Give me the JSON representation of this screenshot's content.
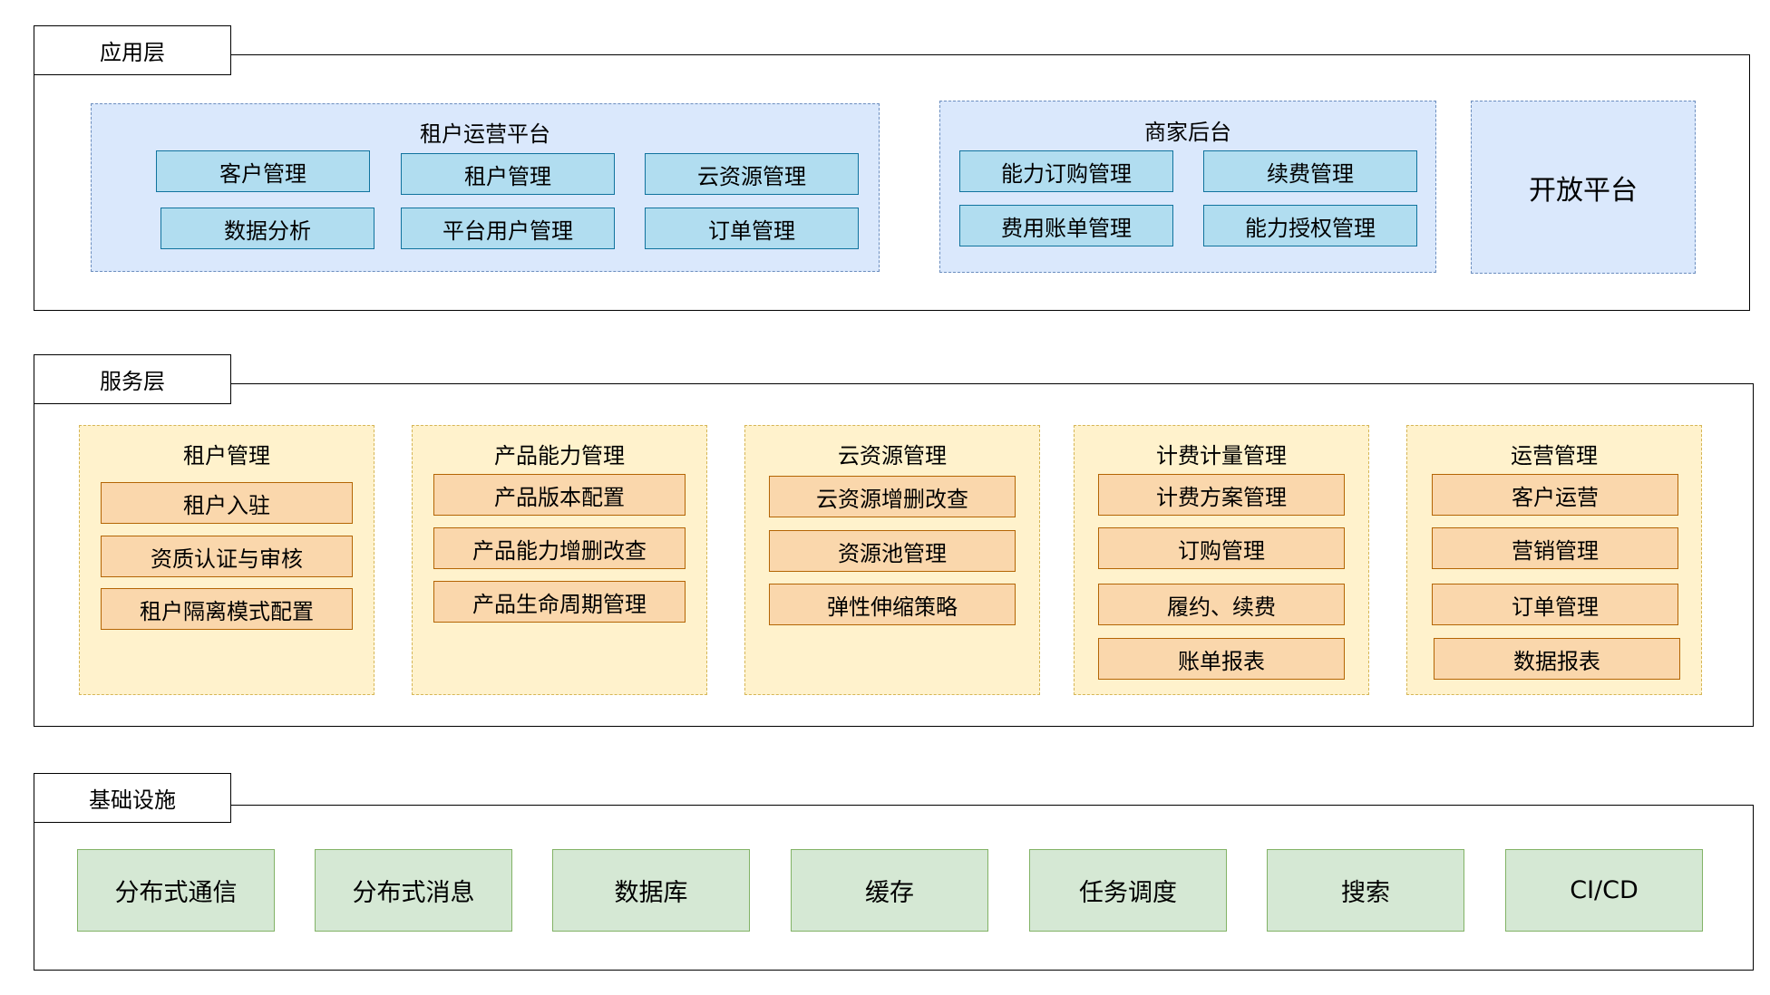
{
  "app_layer": {
    "label": "应用层",
    "tenant_platform": {
      "title": "租户运营平台",
      "items": [
        "客户管理",
        "租户管理",
        "云资源管理",
        "数据分析",
        "平台用户管理",
        "订单管理"
      ]
    },
    "merchant_backend": {
      "title": "商家后台",
      "items": [
        "能力订购管理",
        "续费管理",
        "费用账单管理",
        "能力授权管理"
      ]
    },
    "open_platform": {
      "title": "开放平台"
    }
  },
  "service_layer": {
    "label": "服务层",
    "groups": [
      {
        "title": "租户管理",
        "items": [
          "租户入驻",
          "资质认证与审核",
          "租户隔离模式配置"
        ]
      },
      {
        "title": "产品能力管理",
        "items": [
          "产品版本配置",
          "产品能力增删改查",
          "产品生命周期管理"
        ]
      },
      {
        "title": "云资源管理",
        "items": [
          "云资源增删改查",
          "资源池管理",
          "弹性伸缩策略"
        ]
      },
      {
        "title": "计费计量管理",
        "items": [
          "计费方案管理",
          "订购管理",
          "履约、续费",
          "账单报表"
        ]
      },
      {
        "title": "运营管理",
        "items": [
          "客户运营",
          "营销管理",
          "订单管理",
          "数据报表"
        ]
      }
    ]
  },
  "infra_layer": {
    "label": "基础设施",
    "items": [
      "分布式通信",
      "分布式消息",
      "数据库",
      "缓存",
      "任务调度",
      "搜索",
      "CI/CD"
    ]
  },
  "colors": {
    "blue_group_fill": "#dae8fc",
    "blue_group_border": "#6c8ebf",
    "blue_box_fill": "#b1ddf0",
    "blue_box_border": "#10739e",
    "yellow_group_fill": "#fff2cc",
    "yellow_group_border": "#d6b656",
    "orange_box_fill": "#fad7ac",
    "orange_box_border": "#b46504",
    "green_box_fill": "#d5e8d4",
    "green_box_border": "#82b366"
  }
}
